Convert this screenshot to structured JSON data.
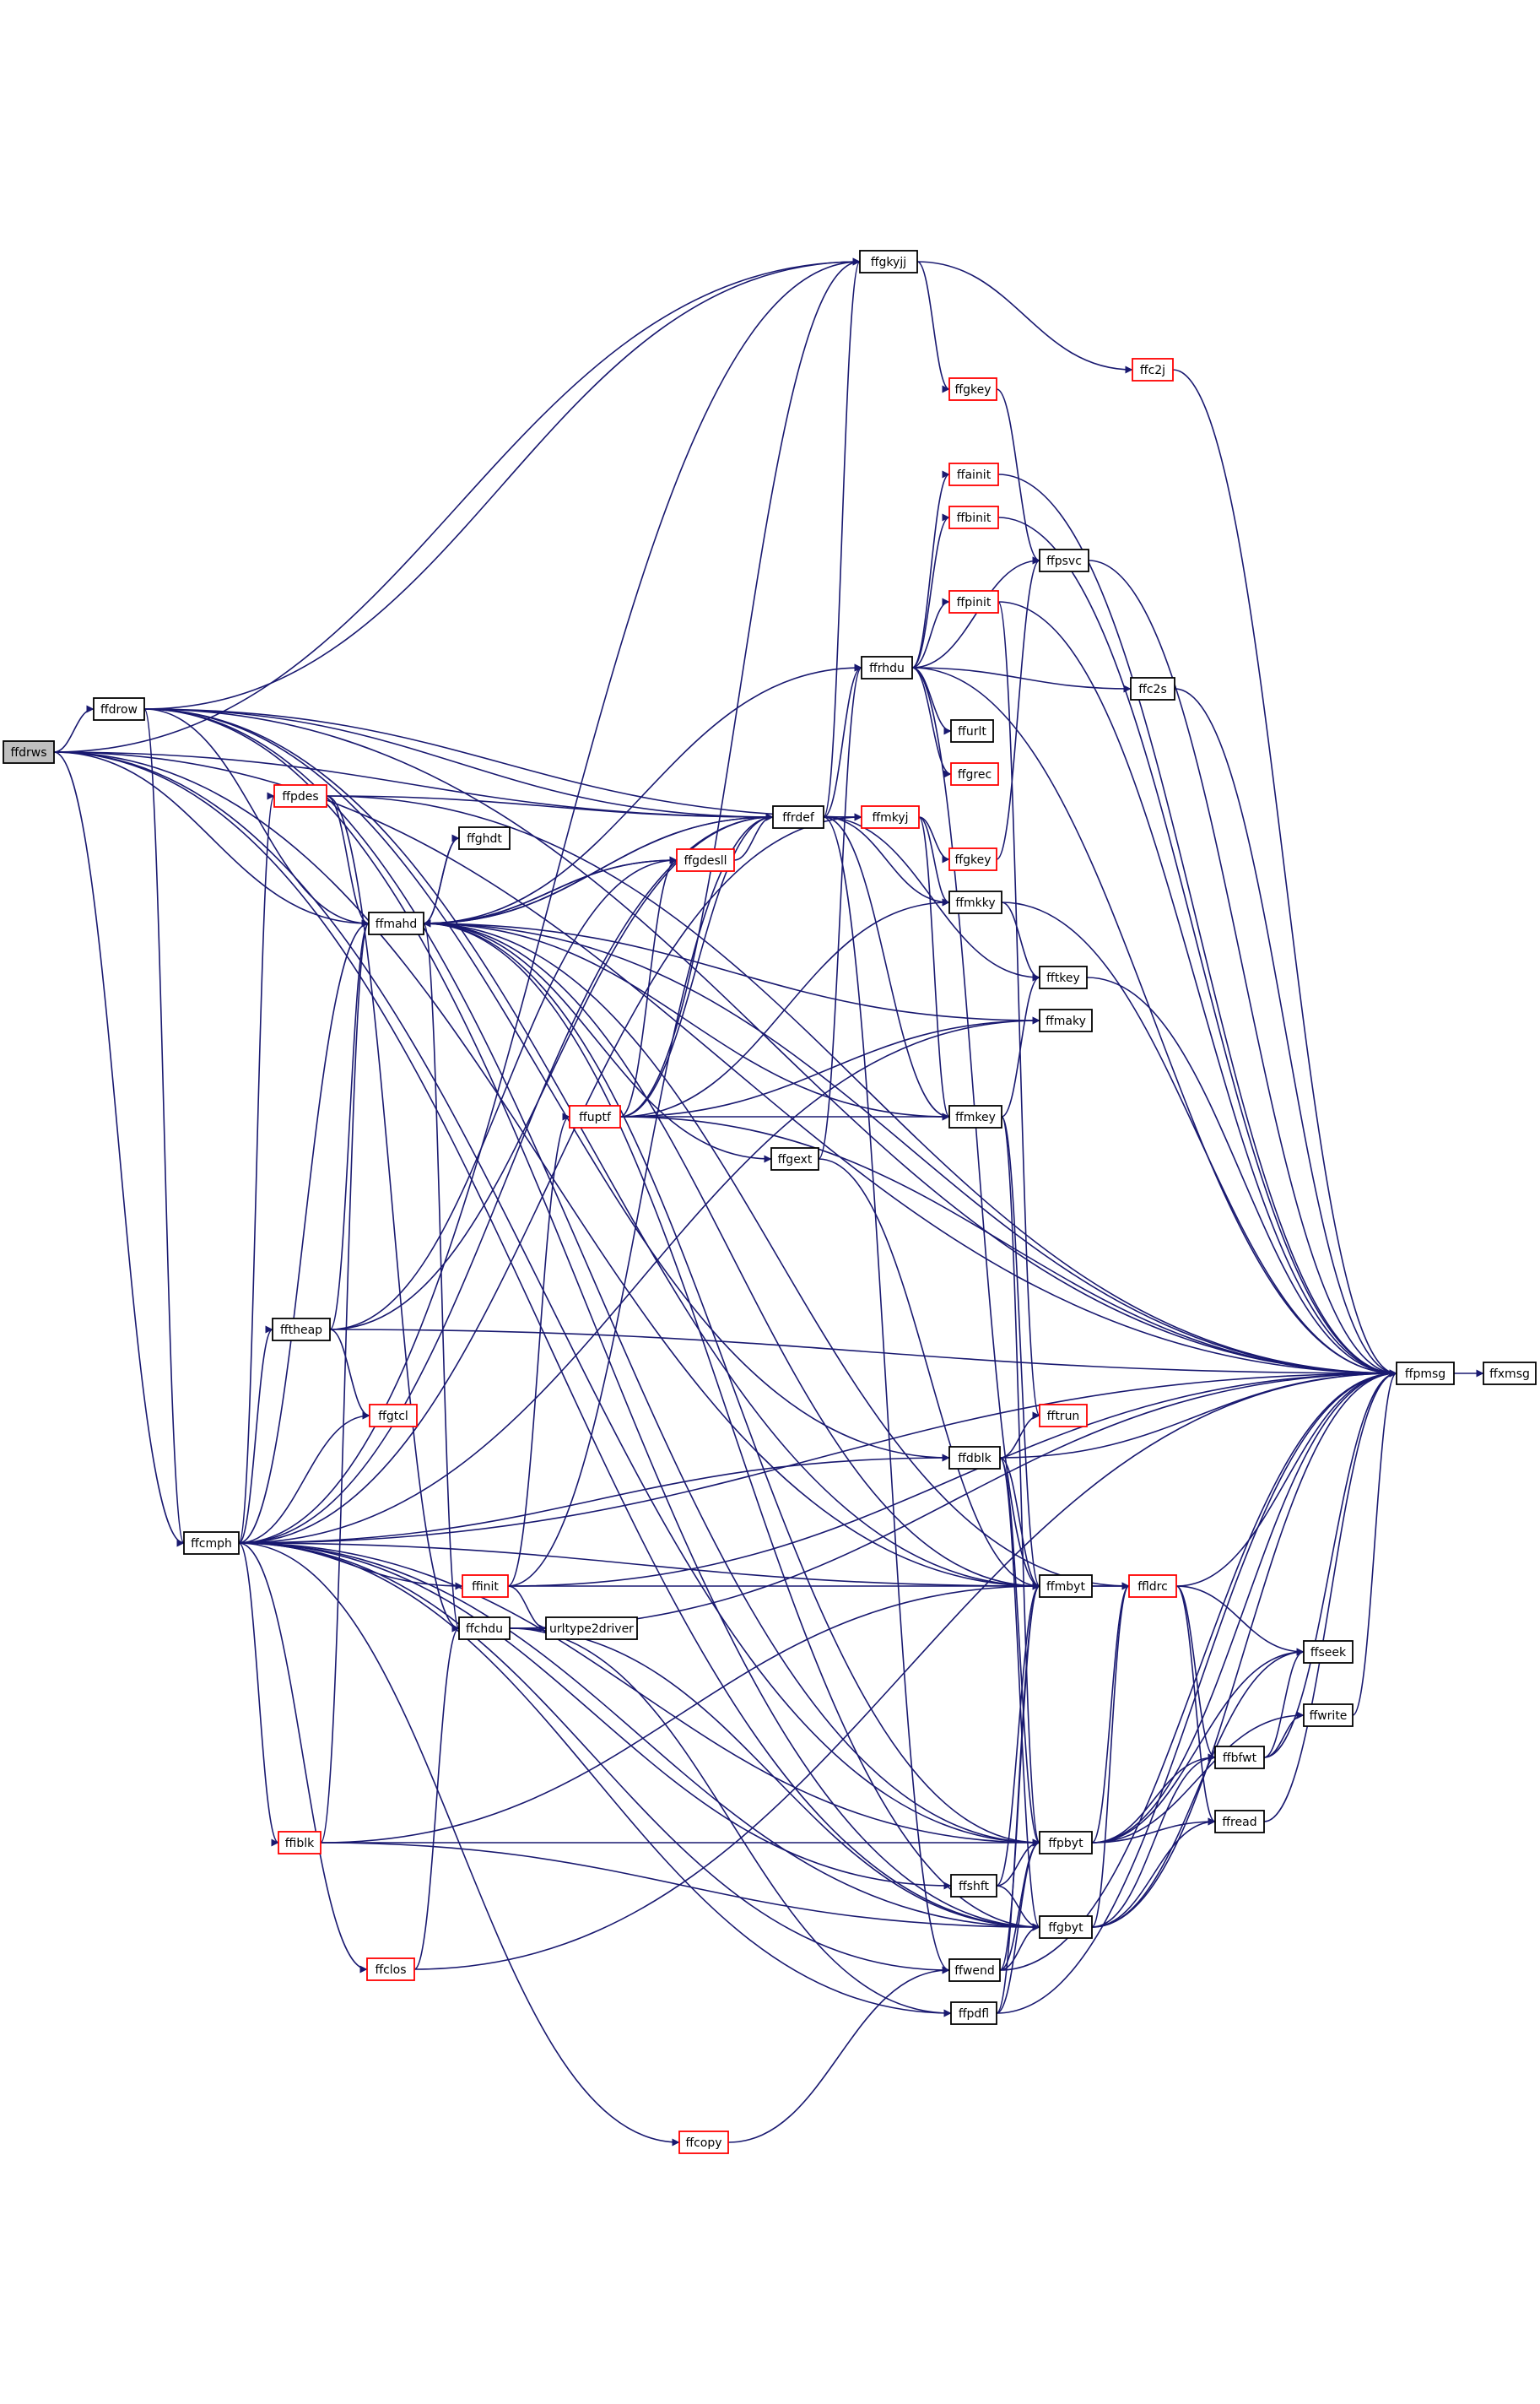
{
  "colors": {
    "edge": "#191970",
    "node_border": "#000000",
    "linked_node_border": "#ff0000",
    "root_fill": "#bfbfbf",
    "node_fill": "#ffffff",
    "background": "#ffffff"
  },
  "nodes": [
    {
      "id": "ffdrws",
      "label": "ffdrws",
      "kind": "root"
    },
    {
      "id": "ffdrow",
      "label": "ffdrow",
      "kind": "plain"
    },
    {
      "id": "ffcmph",
      "label": "ffcmph",
      "kind": "plain"
    },
    {
      "id": "ffpdes",
      "label": "ffpdes",
      "kind": "linked"
    },
    {
      "id": "ffmahd",
      "label": "ffmahd",
      "kind": "plain"
    },
    {
      "id": "ffghdt",
      "label": "ffghdt",
      "kind": "plain"
    },
    {
      "id": "ffgdesll",
      "label": "ffgdesll",
      "kind": "linked"
    },
    {
      "id": "ffrdef",
      "label": "ffrdef",
      "kind": "plain"
    },
    {
      "id": "ffmkyj",
      "label": "ffmkyj",
      "kind": "linked"
    },
    {
      "id": "ffgkyjj",
      "label": "ffgkyjj",
      "kind": "plain"
    },
    {
      "id": "ffgkey1",
      "label": "ffgkey",
      "kind": "linked"
    },
    {
      "id": "ffc2j",
      "label": "ffc2j",
      "kind": "linked"
    },
    {
      "id": "ffainit",
      "label": "ffainit",
      "kind": "linked"
    },
    {
      "id": "ffbinit",
      "label": "ffbinit",
      "kind": "linked"
    },
    {
      "id": "ffpsvc",
      "label": "ffpsvc",
      "kind": "plain"
    },
    {
      "id": "ffpinit",
      "label": "ffpinit",
      "kind": "linked"
    },
    {
      "id": "ffrhdu",
      "label": "ffrhdu",
      "kind": "plain"
    },
    {
      "id": "ffc2s",
      "label": "ffc2s",
      "kind": "plain"
    },
    {
      "id": "ffurlt",
      "label": "ffurlt",
      "kind": "plain"
    },
    {
      "id": "ffgrec",
      "label": "ffgrec",
      "kind": "linked"
    },
    {
      "id": "ffgkey2",
      "label": "ffgkey",
      "kind": "linked"
    },
    {
      "id": "ffmkky",
      "label": "ffmkky",
      "kind": "plain"
    },
    {
      "id": "fftkey",
      "label": "fftkey",
      "kind": "plain"
    },
    {
      "id": "ffmaky",
      "label": "ffmaky",
      "kind": "plain"
    },
    {
      "id": "ffuptf",
      "label": "ffuptf",
      "kind": "linked"
    },
    {
      "id": "ffmkey",
      "label": "ffmkey",
      "kind": "plain"
    },
    {
      "id": "ffgext",
      "label": "ffgext",
      "kind": "plain"
    },
    {
      "id": "fftheap",
      "label": "fftheap",
      "kind": "plain"
    },
    {
      "id": "ffgtcl",
      "label": "ffgtcl",
      "kind": "linked"
    },
    {
      "id": "ffpmsg",
      "label": "ffpmsg",
      "kind": "plain"
    },
    {
      "id": "ffxmsg",
      "label": "ffxmsg",
      "kind": "plain"
    },
    {
      "id": "fftrun",
      "label": "fftrun",
      "kind": "linked"
    },
    {
      "id": "ffdblk",
      "label": "ffdblk",
      "kind": "plain"
    },
    {
      "id": "ffinit",
      "label": "ffinit",
      "kind": "linked"
    },
    {
      "id": "ffmbyt",
      "label": "ffmbyt",
      "kind": "plain"
    },
    {
      "id": "ffldrc",
      "label": "ffldrc",
      "kind": "linked"
    },
    {
      "id": "ffchdu",
      "label": "ffchdu",
      "kind": "plain"
    },
    {
      "id": "urltype2driver",
      "label": "urltype2driver",
      "kind": "plain"
    },
    {
      "id": "ffseek",
      "label": "ffseek",
      "kind": "plain"
    },
    {
      "id": "ffwrite",
      "label": "ffwrite",
      "kind": "plain"
    },
    {
      "id": "ffbfwt",
      "label": "ffbfwt",
      "kind": "plain"
    },
    {
      "id": "ffread",
      "label": "ffread",
      "kind": "plain"
    },
    {
      "id": "ffiblk",
      "label": "ffiblk",
      "kind": "linked"
    },
    {
      "id": "ffpbyt",
      "label": "ffpbyt",
      "kind": "plain"
    },
    {
      "id": "ffshft",
      "label": "ffshft",
      "kind": "plain"
    },
    {
      "id": "ffgbyt",
      "label": "ffgbyt",
      "kind": "plain"
    },
    {
      "id": "ffwend",
      "label": "ffwend",
      "kind": "plain"
    },
    {
      "id": "ffclos",
      "label": "ffclos",
      "kind": "linked"
    },
    {
      "id": "ffpdfl",
      "label": "ffpdfl",
      "kind": "plain"
    },
    {
      "id": "ffcopy",
      "label": "ffcopy",
      "kind": "linked"
    }
  ],
  "edges": [
    [
      "ffdrws",
      "ffdrow"
    ],
    [
      "ffdrws",
      "ffcmph"
    ],
    [
      "ffdrws",
      "ffmahd"
    ],
    [
      "ffdrws",
      "ffgkyjj"
    ],
    [
      "ffdrws",
      "ffrdef"
    ],
    [
      "ffdrws",
      "ffpmsg"
    ],
    [
      "ffdrws",
      "ffmbyt"
    ],
    [
      "ffdrws",
      "ffpbyt"
    ],
    [
      "ffdrws",
      "ffgbyt"
    ],
    [
      "ffdrow",
      "ffcmph"
    ],
    [
      "ffdrow",
      "ffmahd"
    ],
    [
      "ffdrow",
      "ffgkyjj"
    ],
    [
      "ffdrow",
      "ffrdef"
    ],
    [
      "ffdrow",
      "ffmkyj"
    ],
    [
      "ffdrow",
      "ffpmsg"
    ],
    [
      "ffdrow",
      "ffdblk"
    ],
    [
      "ffdrow",
      "ffmbyt"
    ],
    [
      "ffdrow",
      "ffpbyt"
    ],
    [
      "ffdrow",
      "ffgbyt"
    ],
    [
      "ffcmph",
      "ffpdes"
    ],
    [
      "ffcmph",
      "ffmahd"
    ],
    [
      "ffcmph",
      "ffgkyjj"
    ],
    [
      "ffcmph",
      "ffrdef"
    ],
    [
      "ffcmph",
      "ffmkyj"
    ],
    [
      "ffcmph",
      "fftheap"
    ],
    [
      "ffcmph",
      "ffgtcl"
    ],
    [
      "ffcmph",
      "ffmaky"
    ],
    [
      "ffcmph",
      "ffdblk"
    ],
    [
      "ffcmph",
      "ffinit"
    ],
    [
      "ffcmph",
      "ffmbyt"
    ],
    [
      "ffcmph",
      "ffiblk"
    ],
    [
      "ffcmph",
      "ffclos"
    ],
    [
      "ffcmph",
      "ffcopy"
    ],
    [
      "ffcmph",
      "ffpbyt"
    ],
    [
      "ffcmph",
      "ffgbyt"
    ],
    [
      "ffcmph",
      "ffshft"
    ],
    [
      "ffcmph",
      "ffwend"
    ],
    [
      "ffcmph",
      "ffpdfl"
    ],
    [
      "ffcmph",
      "ffpmsg"
    ],
    [
      "ffpdes",
      "ffmahd"
    ],
    [
      "ffpdes",
      "ffrdef"
    ],
    [
      "ffpdes",
      "ffpmsg"
    ],
    [
      "ffpdes",
      "ffchdu"
    ],
    [
      "ffmahd",
      "ffghdt"
    ],
    [
      "ffmahd",
      "ffgdesll"
    ],
    [
      "ffmahd",
      "ffrdef"
    ],
    [
      "ffmahd",
      "ffrhdu"
    ],
    [
      "ffmahd",
      "ffgext"
    ],
    [
      "ffmahd",
      "ffchdu"
    ],
    [
      "ffmahd",
      "ffmbyt"
    ],
    [
      "ffmahd",
      "ffpbyt"
    ],
    [
      "ffmahd",
      "ffgbyt"
    ],
    [
      "ffmahd",
      "ffpmsg"
    ],
    [
      "ffghdt",
      "ffmahd"
    ],
    [
      "ffgdesll",
      "ffmahd"
    ],
    [
      "ffgdesll",
      "ffrdef"
    ],
    [
      "ffrdef",
      "ffmahd"
    ],
    [
      "ffrdef",
      "ffgkyjj"
    ],
    [
      "ffrdef",
      "ffmkyj"
    ],
    [
      "ffrdef",
      "ffrhdu"
    ],
    [
      "ffrdef",
      "ffmkky"
    ],
    [
      "ffrdef",
      "fftkey"
    ],
    [
      "ffrdef",
      "ffmkey"
    ],
    [
      "ffrdef",
      "ffwend"
    ],
    [
      "ffmkyj",
      "ffgkey2"
    ],
    [
      "ffmkyj",
      "ffmkky"
    ],
    [
      "ffmkyj",
      "ffmkey"
    ],
    [
      "ffgkyjj",
      "ffgkey1"
    ],
    [
      "ffgkyjj",
      "ffc2j"
    ],
    [
      "ffgkey1",
      "ffpsvc"
    ],
    [
      "ffc2j",
      "ffpmsg"
    ],
    [
      "ffainit",
      "ffpmsg"
    ],
    [
      "ffbinit",
      "ffpmsg"
    ],
    [
      "ffpinit",
      "ffpmsg"
    ],
    [
      "ffpinit",
      "fftrun"
    ],
    [
      "ffpsvc",
      "ffpmsg"
    ],
    [
      "ffrhdu",
      "ffainit"
    ],
    [
      "ffrhdu",
      "ffbinit"
    ],
    [
      "ffrhdu",
      "ffpinit"
    ],
    [
      "ffrhdu",
      "ffpsvc"
    ],
    [
      "ffrhdu",
      "ffc2s"
    ],
    [
      "ffrhdu",
      "ffurlt"
    ],
    [
      "ffrhdu",
      "ffgrec"
    ],
    [
      "ffrhdu",
      "ffpmsg"
    ],
    [
      "ffrhdu",
      "ffmbyt"
    ],
    [
      "ffc2s",
      "ffpmsg"
    ],
    [
      "ffgkey2",
      "ffpsvc"
    ],
    [
      "ffmkky",
      "fftkey"
    ],
    [
      "ffmkky",
      "ffpmsg"
    ],
    [
      "fftkey",
      "ffpmsg"
    ],
    [
      "ffmaky",
      "ffmahd"
    ],
    [
      "ffuptf",
      "ffgkyjj"
    ],
    [
      "ffuptf",
      "ffgdesll"
    ],
    [
      "ffuptf",
      "ffrdef"
    ],
    [
      "ffuptf",
      "ffmkky"
    ],
    [
      "ffuptf",
      "ffmaky"
    ],
    [
      "ffuptf",
      "ffmkey"
    ],
    [
      "ffuptf",
      "ffpmsg"
    ],
    [
      "ffmkey",
      "fftkey"
    ],
    [
      "ffmkey",
      "ffmahd"
    ],
    [
      "ffmkey",
      "ffmbyt"
    ],
    [
      "ffmkey",
      "ffpbyt"
    ],
    [
      "ffgext",
      "ffrhdu"
    ],
    [
      "ffgext",
      "ffmbyt"
    ],
    [
      "fftheap",
      "ffmahd"
    ],
    [
      "fftheap",
      "ffgdesll"
    ],
    [
      "fftheap",
      "ffrdef"
    ],
    [
      "fftheap",
      "ffgtcl"
    ],
    [
      "fftheap",
      "ffpmsg"
    ],
    [
      "ffpmsg",
      "ffxmsg"
    ],
    [
      "ffdblk",
      "fftrun"
    ],
    [
      "ffdblk",
      "ffmbyt"
    ],
    [
      "ffdblk",
      "ffpbyt"
    ],
    [
      "ffdblk",
      "ffgbyt"
    ],
    [
      "ffdblk",
      "ffpmsg"
    ],
    [
      "ffinit",
      "ffuptf"
    ],
    [
      "ffinit",
      "urltype2driver"
    ],
    [
      "ffinit",
      "ffldrc"
    ],
    [
      "ffinit",
      "ffpmsg"
    ],
    [
      "ffinit",
      "ffrdef"
    ],
    [
      "ffmbyt",
      "ffldrc"
    ],
    [
      "ffldrc",
      "ffmahd"
    ],
    [
      "ffldrc",
      "ffseek"
    ],
    [
      "ffldrc",
      "ffbfwt"
    ],
    [
      "ffldrc",
      "ffread"
    ],
    [
      "ffldrc",
      "ffpmsg"
    ],
    [
      "ffchdu",
      "urltype2driver"
    ],
    [
      "ffchdu",
      "ffpdfl"
    ],
    [
      "ffchdu",
      "ffgbyt"
    ],
    [
      "ffchdu",
      "ffpmsg"
    ],
    [
      "ffbfwt",
      "ffseek"
    ],
    [
      "ffbfwt",
      "ffwrite"
    ],
    [
      "ffbfwt",
      "ffpmsg"
    ],
    [
      "ffwrite",
      "ffpmsg"
    ],
    [
      "ffread",
      "ffpmsg"
    ],
    [
      "ffiblk",
      "ffmahd"
    ],
    [
      "ffiblk",
      "ffpbyt"
    ],
    [
      "ffiblk",
      "ffgbyt"
    ],
    [
      "ffiblk",
      "ffmbyt"
    ],
    [
      "ffpbyt",
      "ffldrc"
    ],
    [
      "ffpbyt",
      "ffseek"
    ],
    [
      "ffpbyt",
      "ffwrite"
    ],
    [
      "ffpbyt",
      "ffbfwt"
    ],
    [
      "ffpbyt",
      "ffread"
    ],
    [
      "ffpbyt",
      "ffpmsg"
    ],
    [
      "ffshft",
      "ffmbyt"
    ],
    [
      "ffshft",
      "ffpbyt"
    ],
    [
      "ffshft",
      "ffgbyt"
    ],
    [
      "ffgbyt",
      "ffldrc"
    ],
    [
      "ffgbyt",
      "ffseek"
    ],
    [
      "ffgbyt",
      "ffbfwt"
    ],
    [
      "ffgbyt",
      "ffread"
    ],
    [
      "ffgbyt",
      "ffpmsg"
    ],
    [
      "ffwend",
      "ffmbyt"
    ],
    [
      "ffwend",
      "ffpbyt"
    ],
    [
      "ffwend",
      "ffgbyt"
    ],
    [
      "ffwend",
      "ffpmsg"
    ],
    [
      "ffclos",
      "ffchdu"
    ],
    [
      "ffclos",
      "ffpmsg"
    ],
    [
      "ffpdfl",
      "ffmbyt"
    ],
    [
      "ffpdfl",
      "ffpbyt"
    ],
    [
      "ffpdfl",
      "ffpmsg"
    ],
    [
      "ffcopy",
      "ffwend"
    ]
  ]
}
